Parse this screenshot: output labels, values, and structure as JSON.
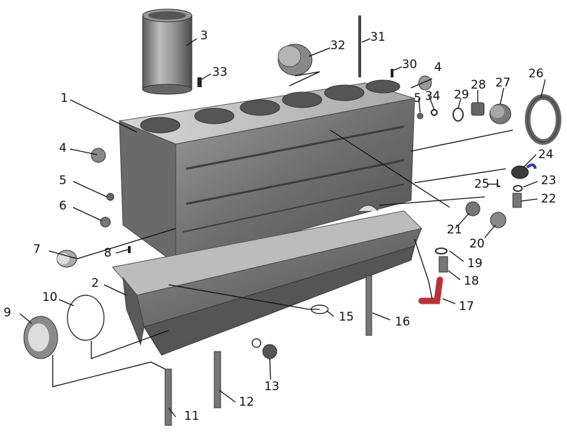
{
  "diagram": {
    "labels": [
      "1",
      "2",
      "3",
      "4",
      "4",
      "5",
      "5",
      "6",
      "7",
      "8",
      "9",
      "10",
      "11",
      "12",
      "13",
      "15",
      "16",
      "17",
      "18",
      "19",
      "20",
      "21",
      "22",
      "23",
      "24",
      "25",
      "26",
      "27",
      "28",
      "29",
      "30",
      "31",
      "32",
      "33",
      "34"
    ],
    "colors": {
      "metal_dark": "#4a4a4a",
      "metal_mid": "#7a7a7a",
      "metal_light": "#b8b8b8",
      "accent_red": "#b8323a",
      "accent_blue": "#2a3f9a",
      "line": "#111111"
    }
  }
}
